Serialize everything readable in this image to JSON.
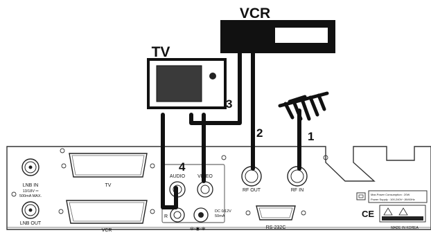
{
  "devices": {
    "vcr_label": "VCR",
    "tv_label": "TV"
  },
  "cables": {
    "c1": "1",
    "c2": "2",
    "c3": "3",
    "c4": "4"
  },
  "panel": {
    "lnb_in_line1": "LNB IN",
    "lnb_in_line2": "13/18V ═",
    "lnb_in_line3": "500mA MAX.",
    "lnb_out": "LNB OUT",
    "scart_tv": "TV",
    "scart_vcr": "VCR",
    "audio": "AUDIO",
    "video": "VIDEO",
    "r": "R",
    "dc_line1": "DC 0/12V",
    "dc_line2": "50mA",
    "dc_polarity": "⊖-◉-⊕",
    "rf_out": "RF OUT",
    "rf_in": "RF IN",
    "rs232c": "RS-232C",
    "power_line1": "Max.Power Consumption : 20W",
    "power_line2": "Power Supply : 100-240V~,50/60Hz",
    "ce": "CE",
    "made_in": "MADE IN KOREA"
  }
}
